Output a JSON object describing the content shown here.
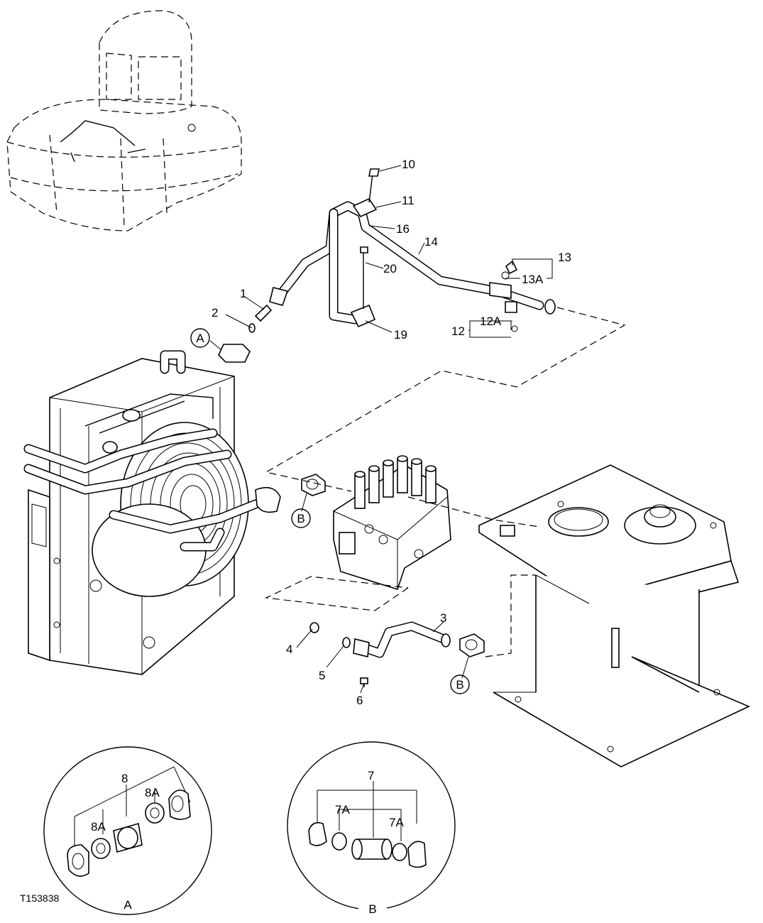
{
  "figure_id": "T153838",
  "callouts": {
    "c1": "1",
    "c2": "2",
    "c3": "3",
    "c4": "4",
    "c5": "5",
    "c6": "6",
    "c7": "7",
    "c8": "8",
    "c10": "10",
    "c11": "11",
    "c12": "12",
    "c12A": "12A",
    "c13": "13",
    "c13A": "13A",
    "c14": "14",
    "c16": "16",
    "c19": "19",
    "c20": "20",
    "c7A_left": "7A",
    "c7A_right": "7A",
    "c8A_left": "8A",
    "c8A_right": "8A"
  },
  "view_markers": {
    "a_marker": "A",
    "b_marker_left": "B",
    "b_marker_right": "B",
    "detail_a_label": "A",
    "detail_b_label": "B"
  }
}
